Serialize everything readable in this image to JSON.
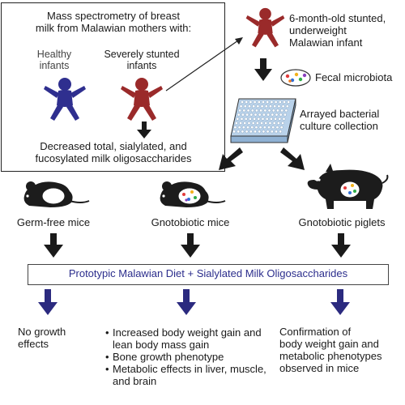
{
  "study_box": {
    "title_line1": "Mass spectrometry of breast",
    "title_line2": "milk from Malawian mothers with:",
    "healthy_line1": "Healthy",
    "healthy_line2": "infants",
    "stunted_line1": "Severely stunted",
    "stunted_line2": "infants",
    "result_line1": "Decreased total, sialylated, and",
    "result_line2": "fucosylated milk oligosaccharides"
  },
  "donor": {
    "line1": "6-month-old stunted,",
    "line2": "underweight",
    "line3": "Malawian infant"
  },
  "microbiota_label": "Fecal microbiota",
  "culture": {
    "line1": "Arrayed bacterial",
    "line2": "culture collection"
  },
  "models": {
    "germ_free": "Germ-free mice",
    "gnoto_mice": "Gnotobiotic mice",
    "gnoto_piglets": "Gnotobiotic piglets"
  },
  "diet_label": "Prototypic Malawian Diet + Sialylated Milk Oligosaccharides",
  "outcomes": {
    "germ_free_line1": "No growth",
    "germ_free_line2": "effects",
    "mice_items": [
      "Increased body weight gain and lean body mass gain",
      "Bone growth phenotype",
      "Metabolic effects in liver, muscle, and brain"
    ],
    "piglets_line1": "Confirmation of",
    "piglets_line2": "body weight gain and",
    "piglets_line3": "metabolic phenotypes",
    "piglets_line4": "observed in mice"
  },
  "colors": {
    "healthy_infant": "#2f2f8f",
    "stunted_infant": "#9a2a2a",
    "animal": "#1c1c1c",
    "blue_arrow": "#2b2a7f",
    "plate": "#b9d2ea"
  }
}
